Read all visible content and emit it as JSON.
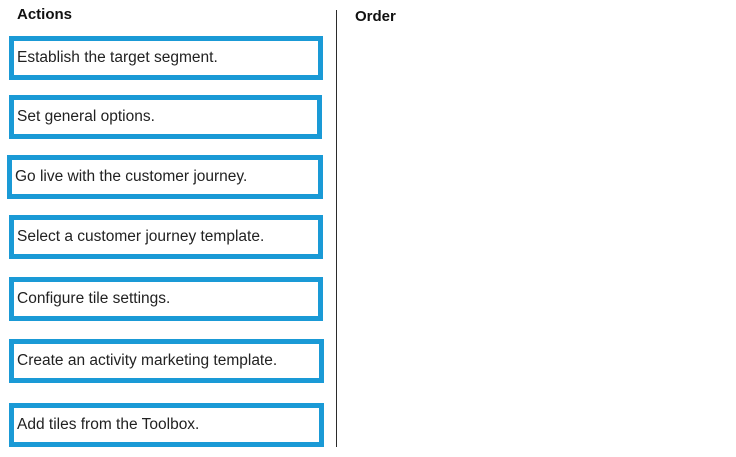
{
  "headers": {
    "actions": "Actions",
    "order": "Order"
  },
  "actions": [
    {
      "label": "Establish the target segment."
    },
    {
      "label": "Set general options."
    },
    {
      "label": "Go live with the customer journey."
    },
    {
      "label": "Select a customer journey template."
    },
    {
      "label": "Configure tile settings."
    },
    {
      "label": "Create an activity marketing template."
    },
    {
      "label": "Add tiles from the Toolbox."
    }
  ],
  "colors": {
    "item_border": "#1a9ad6",
    "divider": "#2b2b2b"
  }
}
